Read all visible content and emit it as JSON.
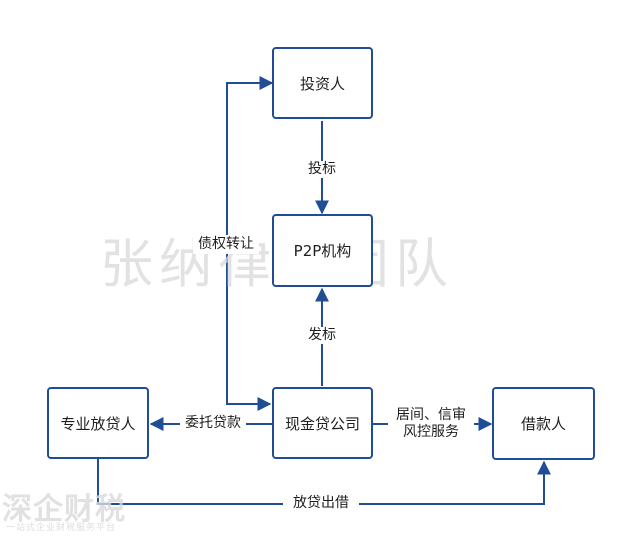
{
  "nodes": {
    "investor": "投资人",
    "p2p": "P2P机构",
    "company": "现金贷公司",
    "lender": "专业放贷人",
    "borrower": "借款人"
  },
  "edges": {
    "invest": "投标",
    "issue": "发标",
    "debt_transfer": "债权转让",
    "entrust": "委托贷款",
    "service_line1": "居间、信审",
    "service_line2": "风控服务",
    "disburse": "放贷出借"
  },
  "watermarks": {
    "center": "张纳律师团队",
    "brand": "深企财税",
    "brand_sub": "一站式企业财税服务平台"
  },
  "colors": {
    "line": "#1f4e96",
    "box_border": "#1f4e96",
    "watermark": "#d9d9d9"
  }
}
